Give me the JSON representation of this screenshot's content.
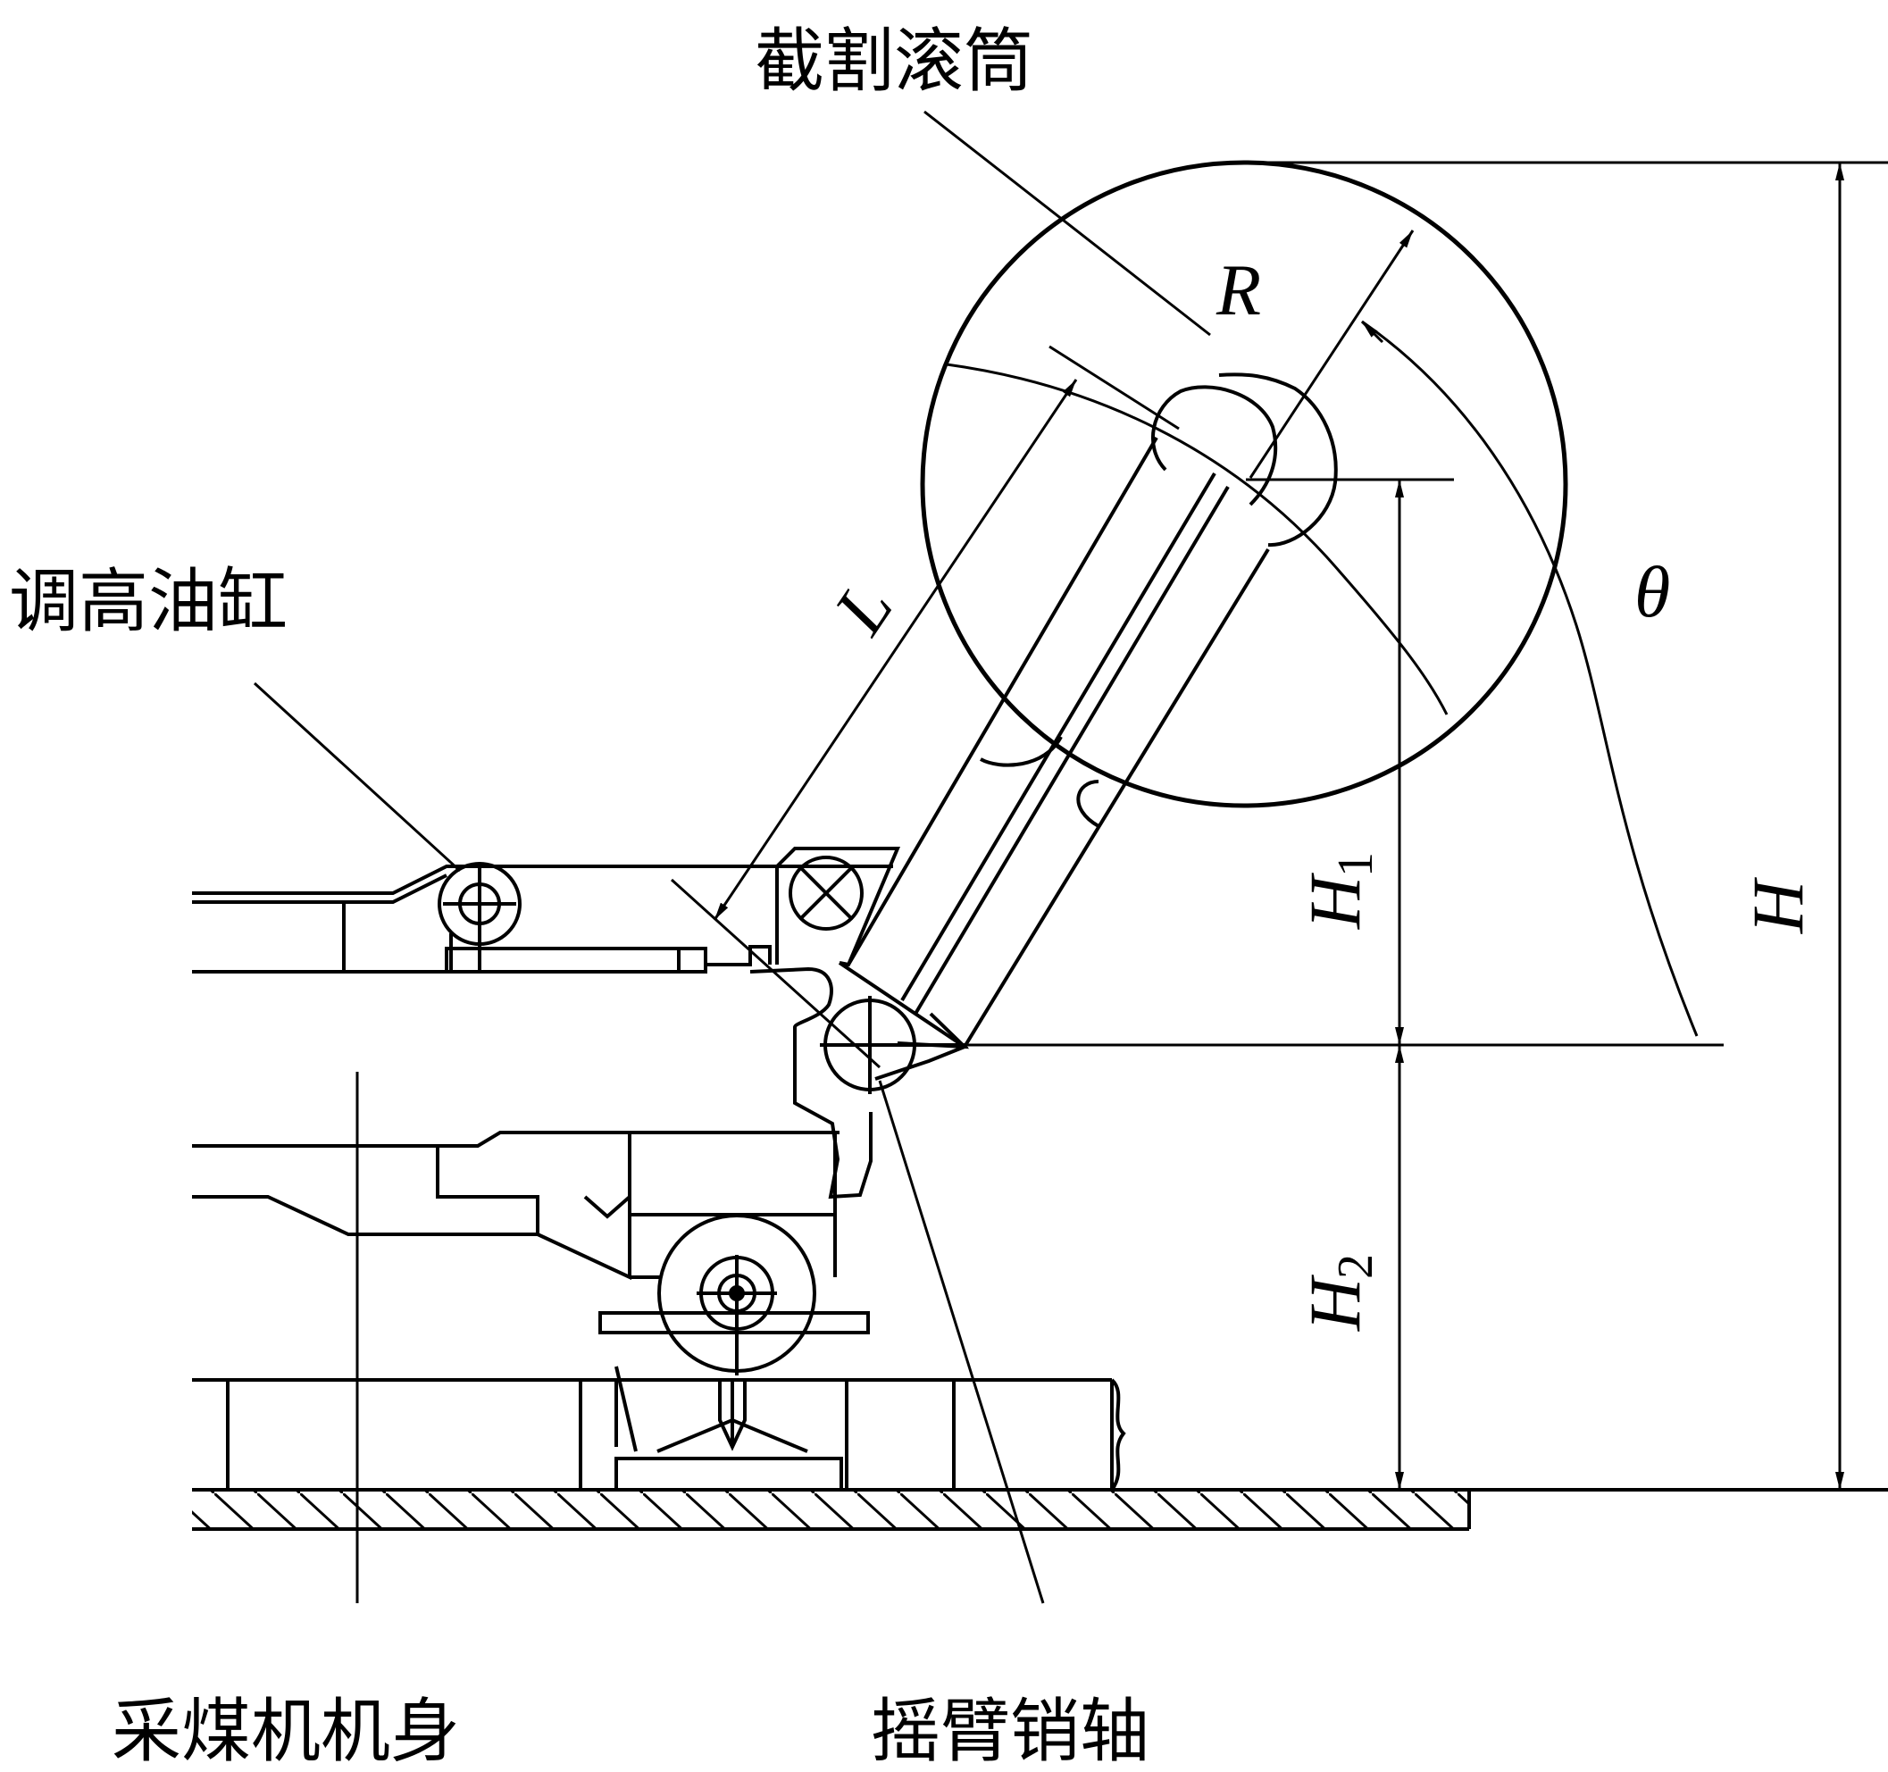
{
  "labels": {
    "drum": "截割滚筒",
    "cylinder": "调高油缸",
    "body": "采煤机机身",
    "pin": "摇臂销轴"
  },
  "symbols": {
    "R": "R",
    "L": "L",
    "theta": "θ",
    "H": "H",
    "H1_main": "H",
    "H1_sub": "1",
    "H2_main": "H",
    "H2_sub": "2"
  },
  "colors": {
    "ink": "#000000",
    "paper": "#ffffff"
  }
}
